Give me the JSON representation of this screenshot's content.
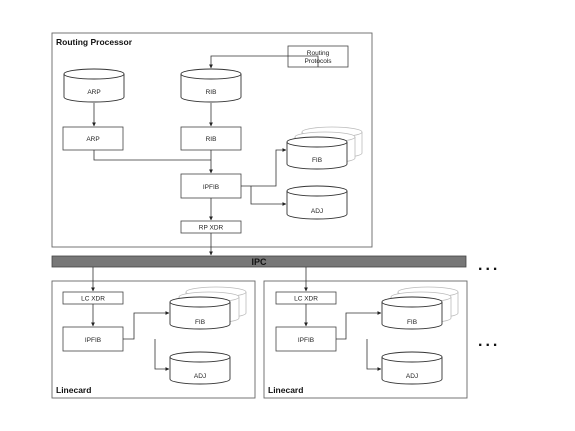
{
  "routing_processor": {
    "title": "Routing Processor",
    "routing_protocols_line1": "Routing",
    "routing_protocols_line2": "Protocols",
    "arp_db": "ARP",
    "rib_db": "RIB",
    "arp_box": "ARP",
    "rib_box": "RIB",
    "fib_db": "FIB",
    "ipfib_box": "IPFIB",
    "adj_db": "ADJ",
    "rp_xdr_box": "RP XDR"
  },
  "ipc": {
    "label": "IPC",
    "dots": "..."
  },
  "linecards": [
    {
      "title": "Linecard",
      "lc_xdr": "LC XDR",
      "ipfib": "IPFIB",
      "fib": "FIB",
      "adj": "ADJ"
    },
    {
      "title": "Linecard",
      "lc_xdr": "LC XDR",
      "ipfib": "IPFIB",
      "fib": "FIB",
      "adj": "ADJ"
    }
  ],
  "more_linecards": "..."
}
